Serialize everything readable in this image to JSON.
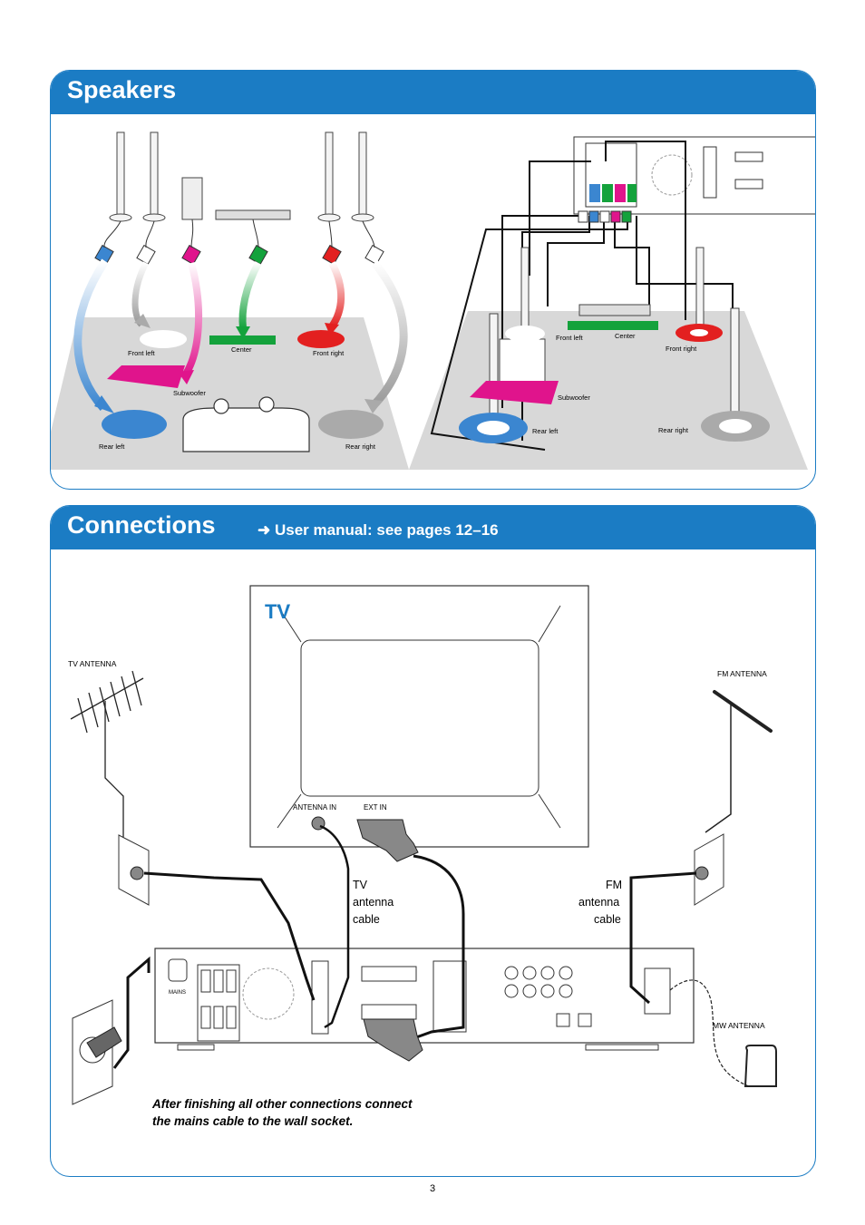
{
  "speakers": {
    "title": "Speakers",
    "labels": {
      "front_left": "Front left",
      "center": "Center",
      "front_right": "Front right",
      "subwoofer": "Subwoofer",
      "rear_left": "Rear left",
      "rear_right": "Rear right"
    }
  },
  "connections": {
    "title": "Connections",
    "subtitle": "➜ User manual: see pages 12–16",
    "tv_label": "TV",
    "tv_antenna": "TV ANTENNA",
    "fm_antenna": "FM ANTENNA",
    "mw_antenna": "MW ANTENNA",
    "antenna_in": "ANTENNA IN",
    "ext_in": "EXT IN",
    "tv_cable": [
      "TV",
      "antenna",
      "cable"
    ],
    "fm_cable": [
      "FM",
      "antenna",
      "cable"
    ],
    "mains": "MAINS",
    "note_line1": "After finishing all other connections connect",
    "note_line2": "the mains cable to the wall socket."
  },
  "page_number": "3",
  "colors": {
    "accent": "#1b7cc4",
    "blue_speaker": "#3b86d0",
    "red_speaker": "#e32020",
    "magenta": "#e0148c",
    "green": "#14a23c",
    "floor": "#d8d8d8"
  }
}
